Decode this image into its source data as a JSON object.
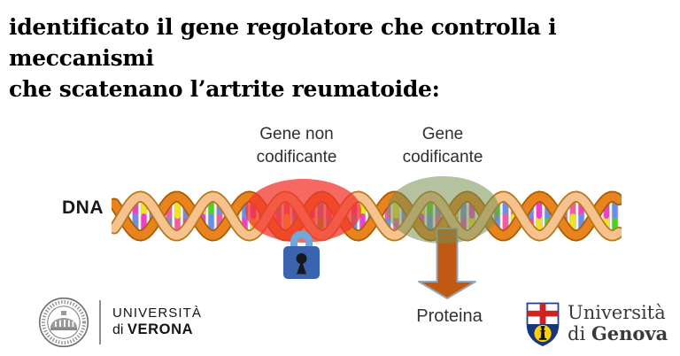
{
  "title": {
    "line1": "identificato il gene regolatore che controlla i meccanismi",
    "line2": "che scatenano l’artrite reumatoide:"
  },
  "diagram": {
    "noncoding_label": "Gene non codificante",
    "coding_label": "Gene codificante",
    "dna_label": "DNA",
    "protein_label": "Proteina",
    "icons": [
      "padlock-icon",
      "down-arrow-icon"
    ],
    "colors": {
      "noncoding_highlight": "rgba(243,54,45,0.75)",
      "coding_highlight": "rgba(118,143,82,0.55)",
      "lock_body": "#3a64ad",
      "lock_shackle": "#6fa8dc",
      "lock_keyhole": "#16181c",
      "arrow_fill": "#c05a12",
      "arrow_edge": "#94a8bc",
      "strand_light": "#f6c28d",
      "strand_light_edge": "#b9771b",
      "strand_dark": "#e8831d",
      "strand_dark_edge": "#a85c08",
      "base_pair_palette": [
        "#ee3fd0",
        "#f2e31f",
        "#49d425",
        "#6b8fe8",
        "#f45ba4"
      ]
    }
  },
  "logos": {
    "verona": {
      "line1": "UNIVERSITÀ",
      "line2_prefix": "di ",
      "line2_name": "VERONA"
    },
    "genova": {
      "line1": "Università",
      "line2_prefix": "di ",
      "line2_name": "Genova"
    }
  }
}
